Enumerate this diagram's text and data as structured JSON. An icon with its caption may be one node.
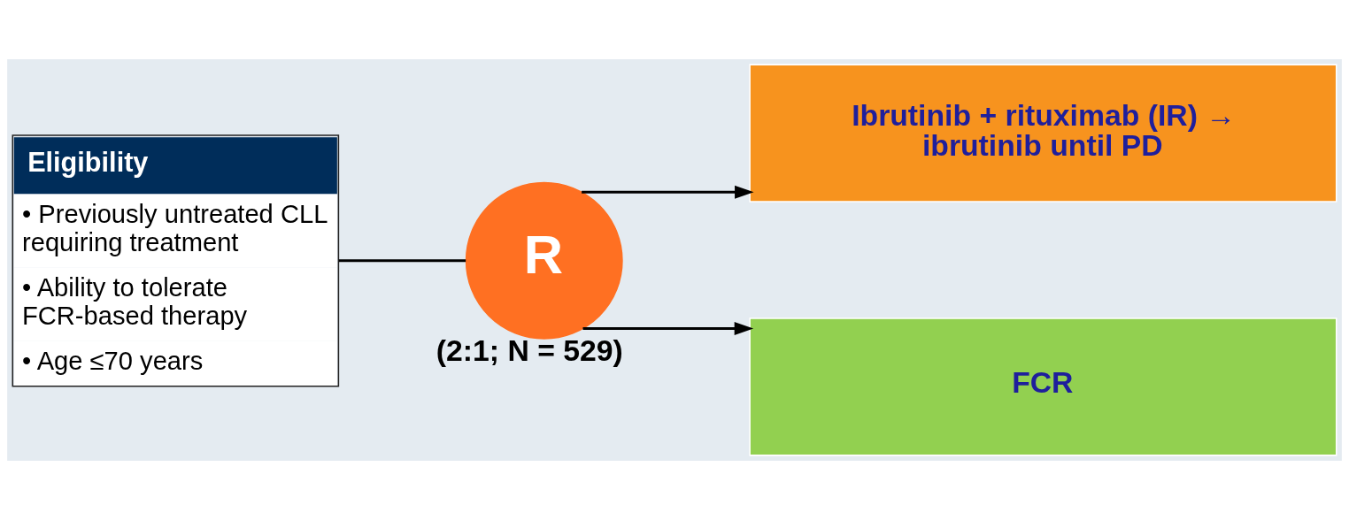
{
  "diagram": {
    "nodes": [
      {
        "text": [
          "Eligibility",
          "• Previously untreated CLL requiring treatment",
          "• Ability to tolerate FCR-based therapy",
          "• Age ≤70 years"
        ]
      },
      {
        "text": [
          "R"
        ],
        "beside": [
          "(2:1; N = 529)"
        ]
      },
      {
        "text": [
          "Ibrutinib + rituximab (IR) → ibrutinib until PD"
        ]
      },
      {
        "text": [
          "FCR"
        ]
      }
    ],
    "edges": [
      {
        "from": 0,
        "to": 1,
        "arrow": "none"
      },
      {
        "from": 1,
        "to": 2,
        "arrow": "to"
      },
      {
        "from": 1,
        "to": 3,
        "arrow": "to"
      }
    ]
  }
}
